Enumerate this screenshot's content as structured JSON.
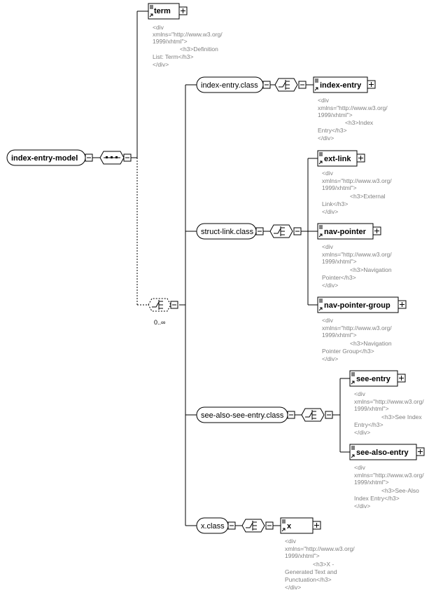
{
  "root": {
    "name": "index-entry-model"
  },
  "term": {
    "name": "term",
    "doc": [
      "<div",
      "xmlns=\"http://www.w3.org/",
      "1999/xhtml\">",
      "<h3>Definition",
      "List: Term</h3>",
      "</div>"
    ]
  },
  "choice": {
    "cardinality": "0..∞"
  },
  "classes": [
    {
      "name": "index-entry.class",
      "elements": [
        {
          "name": "index-entry",
          "doc": [
            "<div",
            "xmlns=\"http://www.w3.org/",
            "1999/xhtml\">",
            "<h3>Index",
            "Entry</h3>",
            "</div>"
          ]
        }
      ]
    },
    {
      "name": "struct-link.class",
      "elements": [
        {
          "name": "ext-link",
          "doc": [
            "<div",
            "xmlns=\"http://www.w3.org/",
            "1999/xhtml\">",
            "<h3>External",
            "Link</h3>",
            "</div>"
          ]
        },
        {
          "name": "nav-pointer",
          "doc": [
            "<div",
            "xmlns=\"http://www.w3.org/",
            "1999/xhtml\">",
            "<h3>Navigation",
            "Pointer</h3>",
            "</div>"
          ]
        },
        {
          "name": "nav-pointer-group",
          "doc": [
            "<div",
            "xmlns=\"http://www.w3.org/",
            "1999/xhtml\">",
            "<h3>Navigation",
            "Pointer Group</h3>",
            "</div>"
          ]
        }
      ]
    },
    {
      "name": "see-also-see-entry.class",
      "elements": [
        {
          "name": "see-entry",
          "doc": [
            "<div",
            "xmlns=\"http://www.w3.org/",
            "1999/xhtml\">",
            "<h3>See Index",
            "Entry</h3>",
            "</div>"
          ]
        },
        {
          "name": "see-also-entry",
          "doc": [
            "<div",
            "xmlns=\"http://www.w3.org/",
            "1999/xhtml\">",
            "<h3>See-Also",
            "Index Entry</h3>",
            "</div>"
          ]
        }
      ]
    },
    {
      "name": "x.class",
      "elements": [
        {
          "name": "x",
          "doc": [
            "<div",
            "xmlns=\"http://www.w3.org/",
            "1999/xhtml\">",
            "<h3>X -",
            "Generated Text and",
            "Punctuation</h3>",
            "</div>"
          ]
        }
      ]
    }
  ]
}
